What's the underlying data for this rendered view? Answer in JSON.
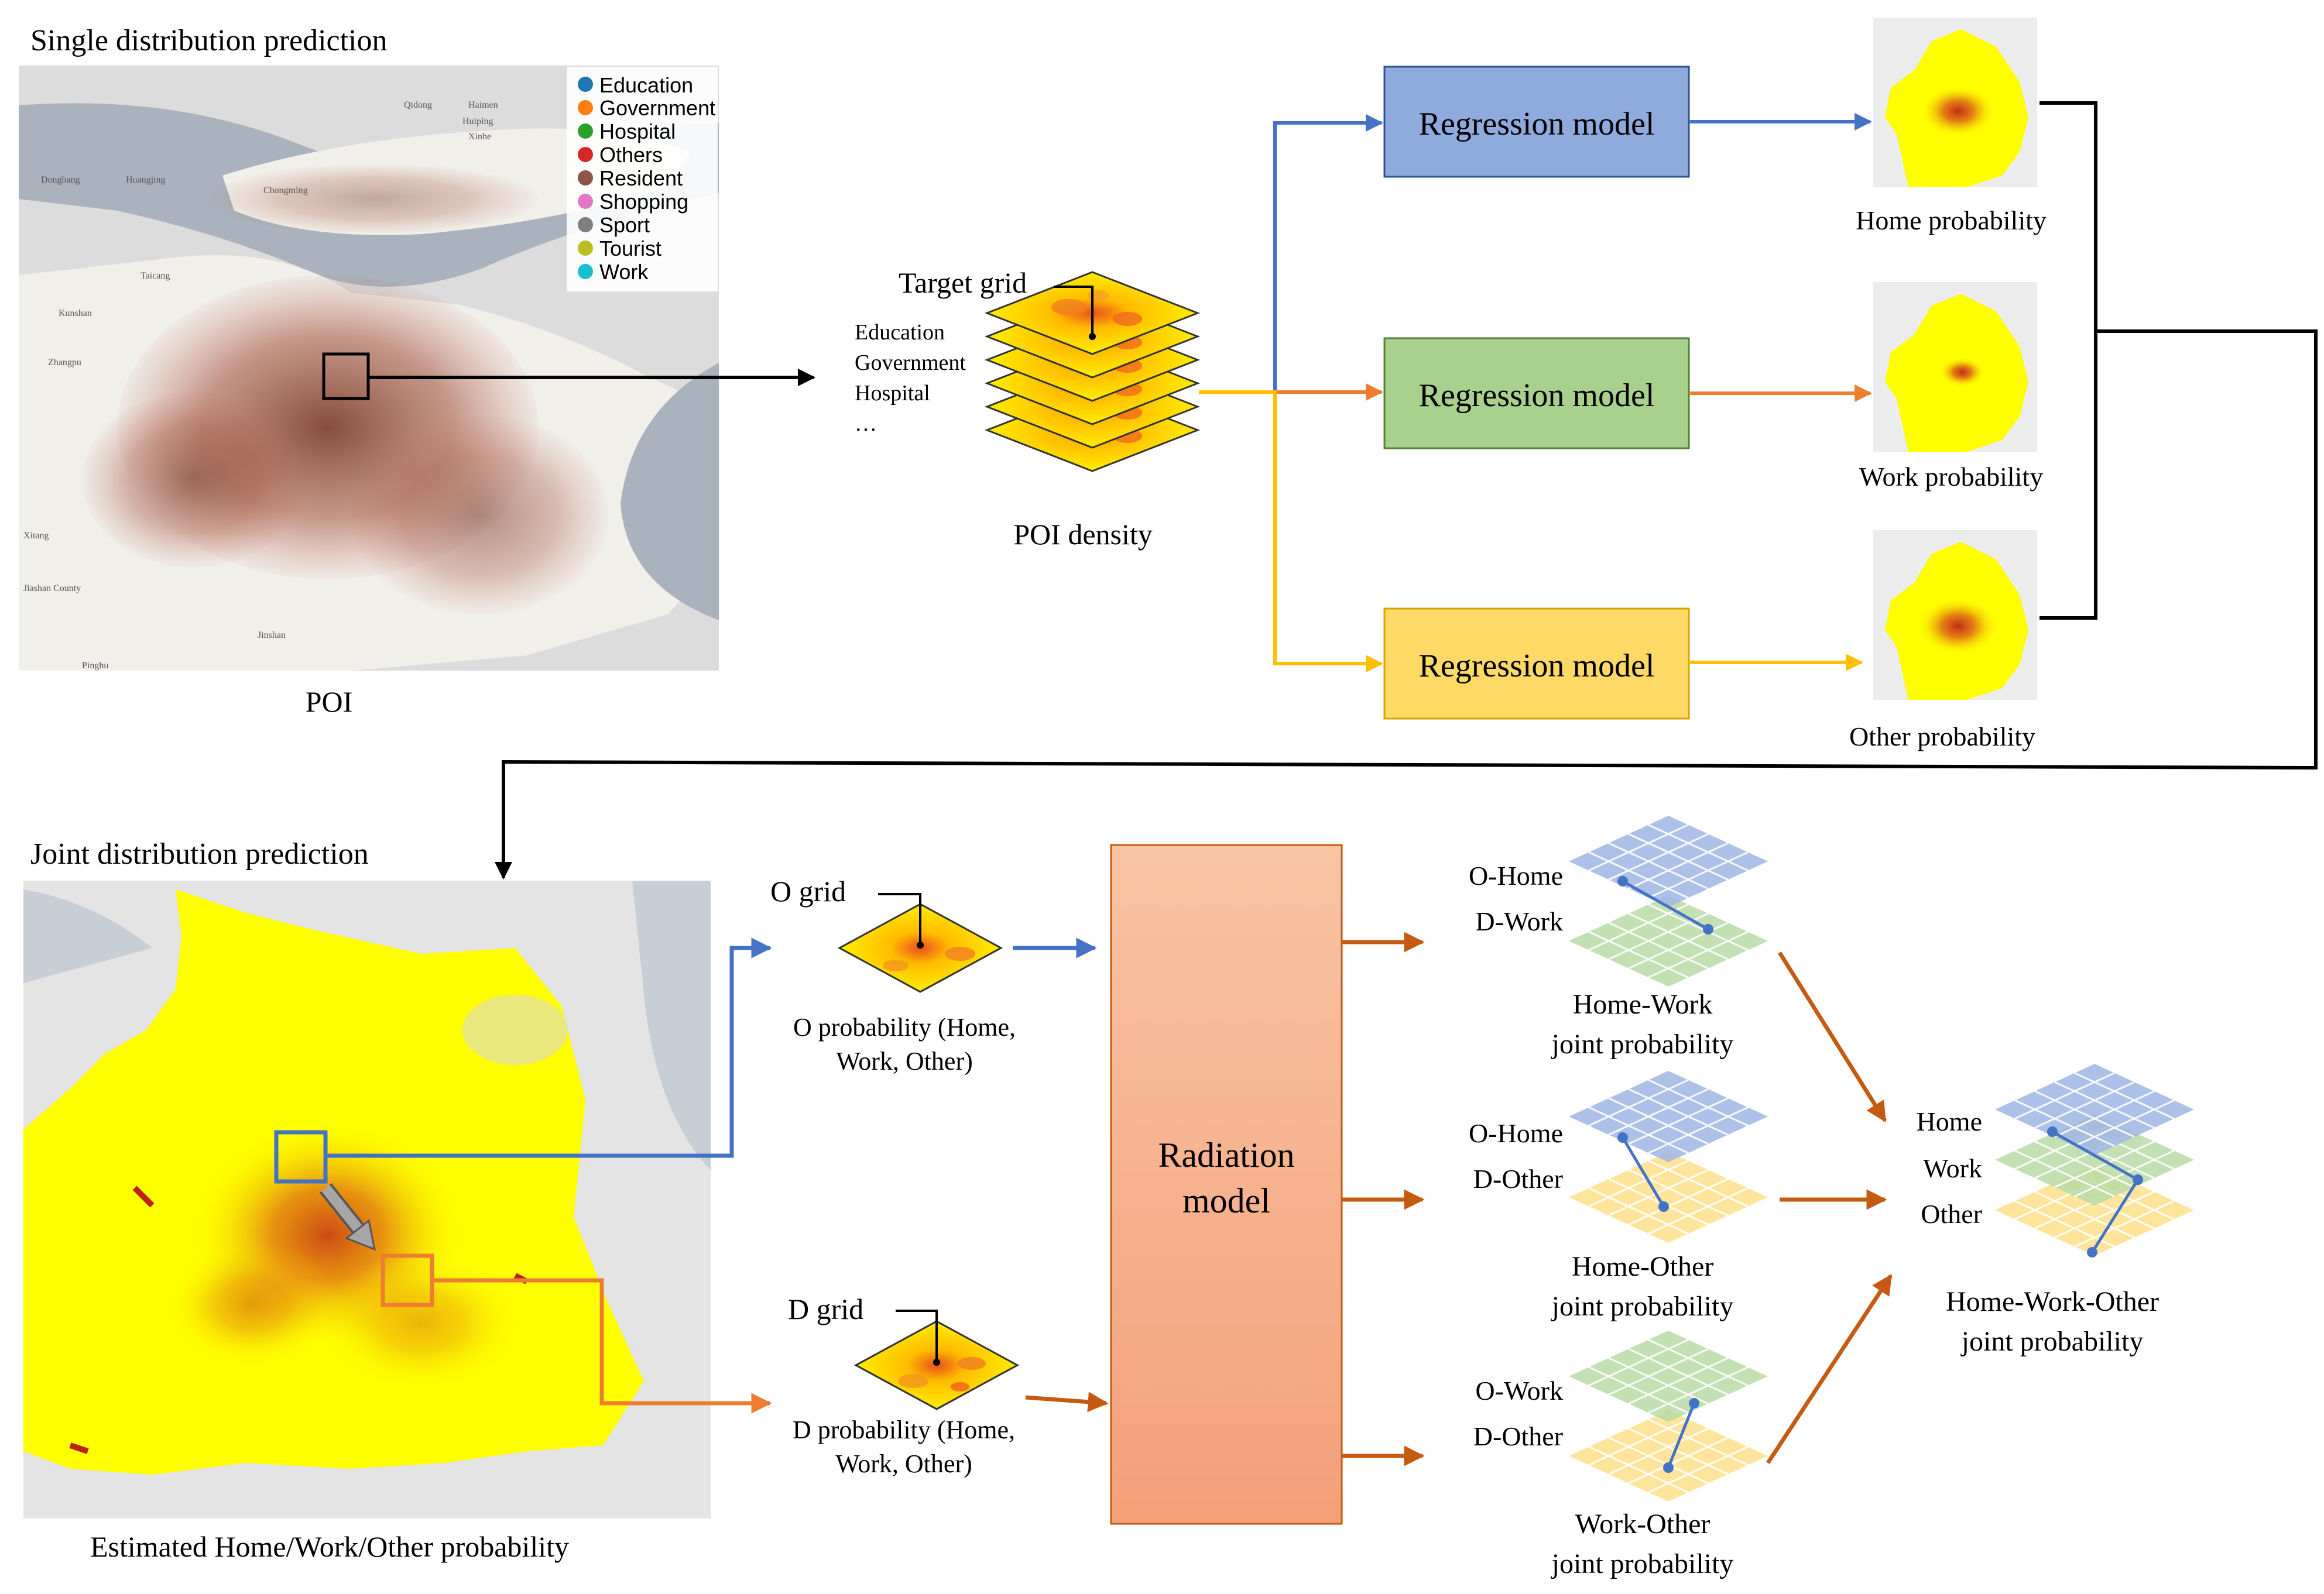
{
  "top_section": {
    "title": "Single distribution prediction",
    "poi_map_caption": "POI",
    "map_labels": [
      "Qidong",
      "Haimen",
      "Huiping",
      "Xinhe",
      "Dongbang",
      "Huangjing",
      "Taicang",
      "Kunshan",
      "Zhangpu",
      "Jiashan County",
      "Pinghu",
      "Xitang",
      "Chongming",
      "Jinshan"
    ],
    "legend": [
      {
        "label": "Education",
        "color": "#1f77b4"
      },
      {
        "label": "Government",
        "color": "#ff7f0e"
      },
      {
        "label": "Hospital",
        "color": "#2ca02c"
      },
      {
        "label": "Others",
        "color": "#d62728"
      },
      {
        "label": "Resident",
        "color": "#8c564b"
      },
      {
        "label": "Shopping",
        "color": "#e377c2"
      },
      {
        "label": "Sport",
        "color": "#7f7f7f"
      },
      {
        "label": "Tourist",
        "color": "#bcbd22"
      },
      {
        "label": "Work",
        "color": "#17becf"
      }
    ],
    "target_grid_label": "Target grid",
    "layer_labels": [
      "Education",
      "Government",
      "Hospital",
      "…"
    ],
    "poi_density_caption": "POI density",
    "regression_label": "Regression model",
    "outputs": [
      "Home probability",
      "Work probability",
      "Other probability"
    ]
  },
  "bottom_section": {
    "title": "Joint distribution prediction",
    "map_caption": "Estimated Home/Work/Other probability",
    "o_grid_label": "O grid",
    "o_prob_line1": "O probability (Home,",
    "o_prob_line2": "Work, Other)",
    "d_grid_label": "D grid",
    "d_prob_line1": "D probability (Home,",
    "d_prob_line2": "Work, Other)",
    "radiation_line1": "Radiation",
    "radiation_line2": "model",
    "pairs": [
      {
        "top": "O-Home",
        "bottom": "D-Work",
        "cap1": "Home-Work",
        "cap2": "joint probability"
      },
      {
        "top": "O-Home",
        "bottom": "D-Other",
        "cap1": "Home-Other",
        "cap2": "joint probability"
      },
      {
        "top": "O-Work",
        "bottom": "D-Other",
        "cap1": "Work-Other",
        "cap2": "joint probability"
      }
    ],
    "final_layers": [
      "Home",
      "Work",
      "Other"
    ],
    "final_cap1": "Home-Work-Other",
    "final_cap2": "joint probability"
  },
  "colors": {
    "blue_arrow": "#4472c4",
    "orange_arrow": "#ed7d31",
    "yellow_arrow": "#ffc000",
    "brown_arrow": "#c55a11",
    "reg_blue": "#8faadc",
    "reg_green": "#a9d18e",
    "reg_yellow": "#ffd966",
    "radiation": "#f4b183",
    "density_yellow": "#ffff00",
    "density_red": "#e0301e"
  }
}
